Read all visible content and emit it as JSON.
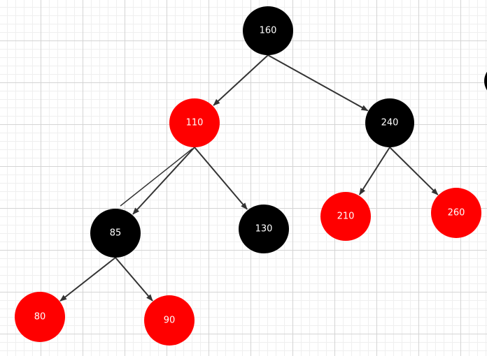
{
  "colors": {
    "red": "#ff0000",
    "black": "#000000",
    "edge": "#333333",
    "label": "#ffffff"
  },
  "tree": {
    "nodes": [
      {
        "id": "n160",
        "label": "160",
        "color": "black"
      },
      {
        "id": "n110",
        "label": "110",
        "color": "red"
      },
      {
        "id": "n240",
        "label": "240",
        "color": "black"
      },
      {
        "id": "n85",
        "label": "85",
        "color": "black"
      },
      {
        "id": "n130",
        "label": "130",
        "color": "black"
      },
      {
        "id": "n210",
        "label": "210",
        "color": "red"
      },
      {
        "id": "n260",
        "label": "260",
        "color": "red"
      },
      {
        "id": "n80",
        "label": "80",
        "color": "red"
      },
      {
        "id": "n90",
        "label": "90",
        "color": "red"
      }
    ],
    "edges": [
      {
        "from": "n160",
        "to": "n110"
      },
      {
        "from": "n160",
        "to": "n240"
      },
      {
        "from": "n110",
        "to": "n85"
      },
      {
        "from": "n110",
        "to": "n130"
      },
      {
        "from": "n240",
        "to": "n210"
      },
      {
        "from": "n240",
        "to": "n260"
      },
      {
        "from": "n85",
        "to": "n80"
      },
      {
        "from": "n85",
        "to": "n90"
      }
    ]
  }
}
